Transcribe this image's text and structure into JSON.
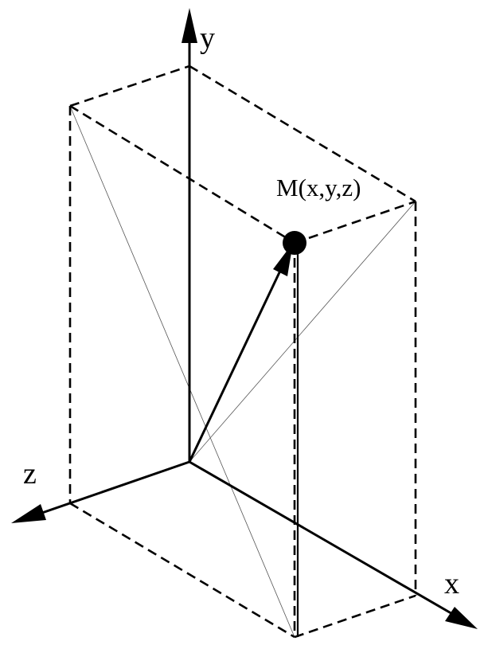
{
  "axes": {
    "x_label": "x",
    "y_label": "y",
    "z_label": "z"
  },
  "point": {
    "label": "M(x,y,z)"
  },
  "colors": {
    "line": "#000000",
    "diagonal": "#555555",
    "background": "#ffffff"
  }
}
